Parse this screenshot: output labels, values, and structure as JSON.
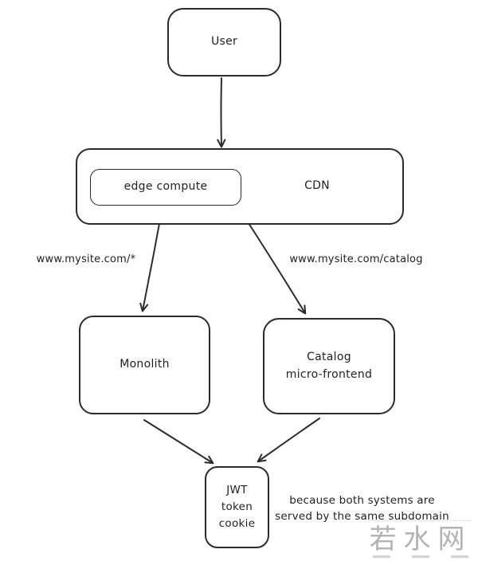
{
  "diagram": {
    "nodes": {
      "user": {
        "label": "User"
      },
      "cdn": {
        "label": "CDN"
      },
      "edge_compute": {
        "label": "edge compute"
      },
      "monolith": {
        "label": "Monolith"
      },
      "catalog": {
        "lines": [
          "Catalog",
          "micro-frontend"
        ]
      },
      "jwt": {
        "lines": [
          "JWT",
          "token",
          "cookie"
        ]
      }
    },
    "edge_labels": {
      "monolith_route": "www.mysite.com/*",
      "catalog_route": "www.mysite.com/catalog"
    },
    "annotation": {
      "lines": [
        "because both systems are",
        "served by the same subdomain"
      ]
    },
    "colors": {
      "stroke": "#2b2b2b",
      "text": "#1f1f1f",
      "background": "#ffffff",
      "watermark": "#b3b3b3"
    }
  },
  "watermark": {
    "text": "若水网"
  }
}
